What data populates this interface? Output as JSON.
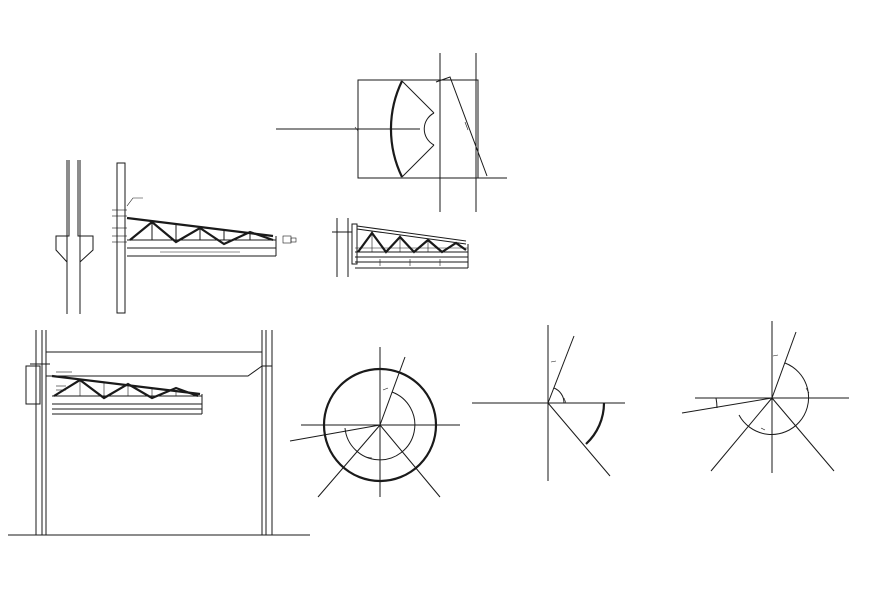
{
  "drawing": {
    "background": "#ffffff",
    "line_color": "#1a1a1a",
    "views": [
      "column-section",
      "canopy-truss-elevation",
      "canopy-truss-elevation-small",
      "curved-canopy-plan",
      "frame-elevation-with-canopy",
      "circular-angle-diagram",
      "angle-diagram-single",
      "angle-diagram-multi"
    ]
  }
}
